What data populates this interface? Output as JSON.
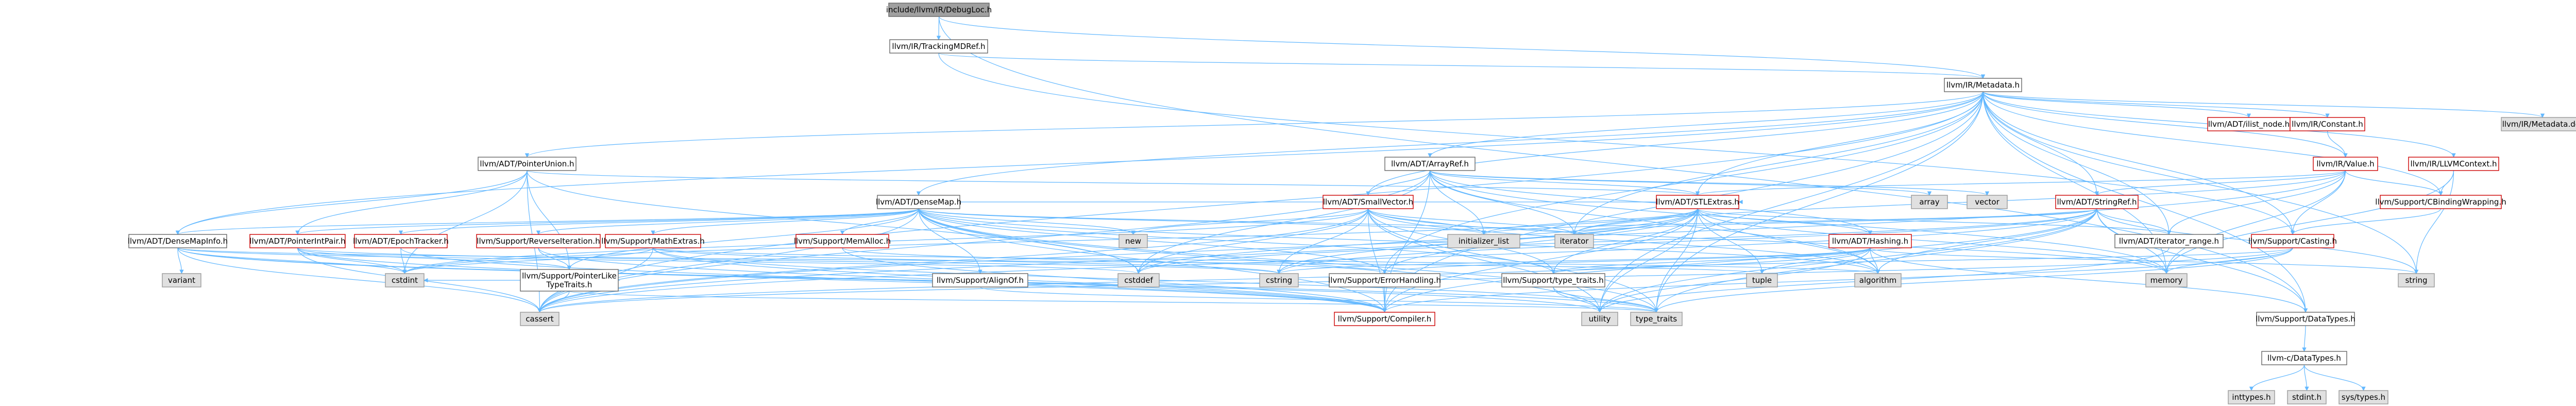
{
  "colors": {
    "root_fill": "#a0a0a0",
    "plain_fill": "#ffffff",
    "plain_border": "#666666",
    "red_border": "#cc0000",
    "gray_fill": "#e0e0e0",
    "gray_border": "#999999",
    "edge": "#63b8ff",
    "text": "#000000"
  },
  "nodes": [
    {
      "id": "root",
      "label": "include/llvm/IR/DebugLoc.h",
      "kind": "root"
    },
    {
      "id": "tdmdref",
      "label": "llvm/IR/TrackingMDRef.h",
      "kind": "plain"
    },
    {
      "id": "metadata",
      "label": "llvm/IR/Metadata.h",
      "kind": "plain"
    },
    {
      "id": "ilistnode",
      "label": "llvm/ADT/ilist_node.h",
      "kind": "red"
    },
    {
      "id": "irconstant",
      "label": "llvm/IR/Constant.h",
      "kind": "red"
    },
    {
      "id": "metadef",
      "label": "llvm/IR/Metadata.def",
      "kind": "gray"
    },
    {
      "id": "llvmctx",
      "label": "llvm/IR/LLVMContext.h",
      "kind": "red"
    },
    {
      "id": "ptrunion",
      "label": "llvm/ADT/PointerUnion.h",
      "kind": "plain"
    },
    {
      "id": "arrayref",
      "label": "llvm/ADT/ArrayRef.h",
      "kind": "plain"
    },
    {
      "id": "irvalue",
      "label": "llvm/IR/Value.h",
      "kind": "red"
    },
    {
      "id": "cbw",
      "label": "llvm/Support/CBindingWrapping.h",
      "kind": "red"
    },
    {
      "id": "densemap",
      "label": "llvm/ADT/DenseMap.h",
      "kind": "plain"
    },
    {
      "id": "smallvec",
      "label": "llvm/ADT/SmallVector.h",
      "kind": "red"
    },
    {
      "id": "stlextras",
      "label": "llvm/ADT/STLExtras.h",
      "kind": "red"
    },
    {
      "id": "array",
      "label": "array",
      "kind": "gray"
    },
    {
      "id": "vector",
      "label": "vector",
      "kind": "gray"
    },
    {
      "id": "stringref",
      "label": "llvm/ADT/StringRef.h",
      "kind": "red"
    },
    {
      "id": "casting",
      "label": "llvm/Support/Casting.h",
      "kind": "red"
    },
    {
      "id": "densemapinfo",
      "label": "llvm/ADT/DenseMapInfo.h",
      "kind": "plain"
    },
    {
      "id": "ptrintpair",
      "label": "llvm/ADT/PointerIntPair.h",
      "kind": "red"
    },
    {
      "id": "epochtracker",
      "label": "llvm/ADT/EpochTracker.h",
      "kind": "red"
    },
    {
      "id": "reviter",
      "label": "llvm/Support/ReverseIteration.h",
      "kind": "red"
    },
    {
      "id": "mathextras",
      "label": "llvm/Support/MathExtras.h",
      "kind": "red"
    },
    {
      "id": "memalloc",
      "label": "llvm/Support/MemAlloc.h",
      "kind": "red"
    },
    {
      "id": "new",
      "label": "new",
      "kind": "gray"
    },
    {
      "id": "initlist",
      "label": "initializer_list",
      "kind": "gray"
    },
    {
      "id": "iterator",
      "label": "iterator",
      "kind": "gray"
    },
    {
      "id": "hashing",
      "label": "llvm/ADT/Hashing.h",
      "kind": "red"
    },
    {
      "id": "iterrange",
      "label": "llvm/ADT/iterator_range.h",
      "kind": "plain"
    },
    {
      "id": "variant",
      "label": "variant",
      "kind": "gray"
    },
    {
      "id": "cstdint",
      "label": "cstdint",
      "kind": "gray"
    },
    {
      "id": "ptrliketypetraits",
      "label": "llvm/Support/PointerLike\nTypeTraits.h",
      "kind": "plain"
    },
    {
      "id": "alignof",
      "label": "llvm/Support/AlignOf.h",
      "kind": "plain"
    },
    {
      "id": "cstddef",
      "label": "cstddef",
      "kind": "gray"
    },
    {
      "id": "cstring",
      "label": "cstring",
      "kind": "gray"
    },
    {
      "id": "errhandling",
      "label": "llvm/Support/ErrorHandling.h",
      "kind": "plain"
    },
    {
      "id": "typetraits_h",
      "label": "llvm/Support/type_traits.h",
      "kind": "plain"
    },
    {
      "id": "tuple",
      "label": "tuple",
      "kind": "gray"
    },
    {
      "id": "algorithm",
      "label": "algorithm",
      "kind": "gray"
    },
    {
      "id": "memory",
      "label": "memory",
      "kind": "gray"
    },
    {
      "id": "string",
      "label": "string",
      "kind": "gray"
    },
    {
      "id": "cassert",
      "label": "cassert",
      "kind": "gray"
    },
    {
      "id": "compiler",
      "label": "llvm/Support/Compiler.h",
      "kind": "red"
    },
    {
      "id": "utility",
      "label": "utility",
      "kind": "gray"
    },
    {
      "id": "type_traits",
      "label": "type_traits",
      "kind": "gray"
    },
    {
      "id": "datatypes",
      "label": "llvm/Support/DataTypes.h",
      "kind": "plain"
    },
    {
      "id": "cdatatypes",
      "label": "llvm-c/DataTypes.h",
      "kind": "plain"
    },
    {
      "id": "inttypes",
      "label": "inttypes.h",
      "kind": "gray"
    },
    {
      "id": "stdint",
      "label": "stdint.h",
      "kind": "gray"
    },
    {
      "id": "systypes",
      "label": "sys/types.h",
      "kind": "gray"
    }
  ]
}
